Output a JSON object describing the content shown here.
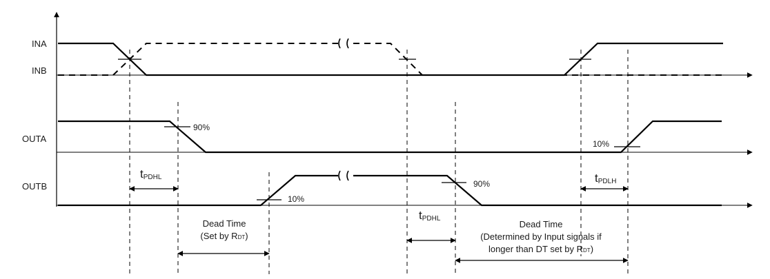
{
  "signals": {
    "ina": "INA",
    "inb": "INB",
    "outa": "OUTA",
    "outb": "OUTB"
  },
  "thresholds": {
    "outa_fall": "90%",
    "outa_rise": "10%",
    "outb_rise": "10%",
    "outb_fall": "90%"
  },
  "timings": {
    "t_main": "t",
    "pdhl_sub": "PDHL",
    "pdlh_sub": "PDLH"
  },
  "dead_time_1": {
    "line1": "Dead Time",
    "line2_main": "(Set by R",
    "line2_sub": "DT",
    "line2_end": ")"
  },
  "dead_time_2": {
    "line1": "Dead Time",
    "line2": "(Determined by Input signals if",
    "line3_main": "longer than DT set by R",
    "line3_sub": "DT",
    "line3_end": ")"
  }
}
